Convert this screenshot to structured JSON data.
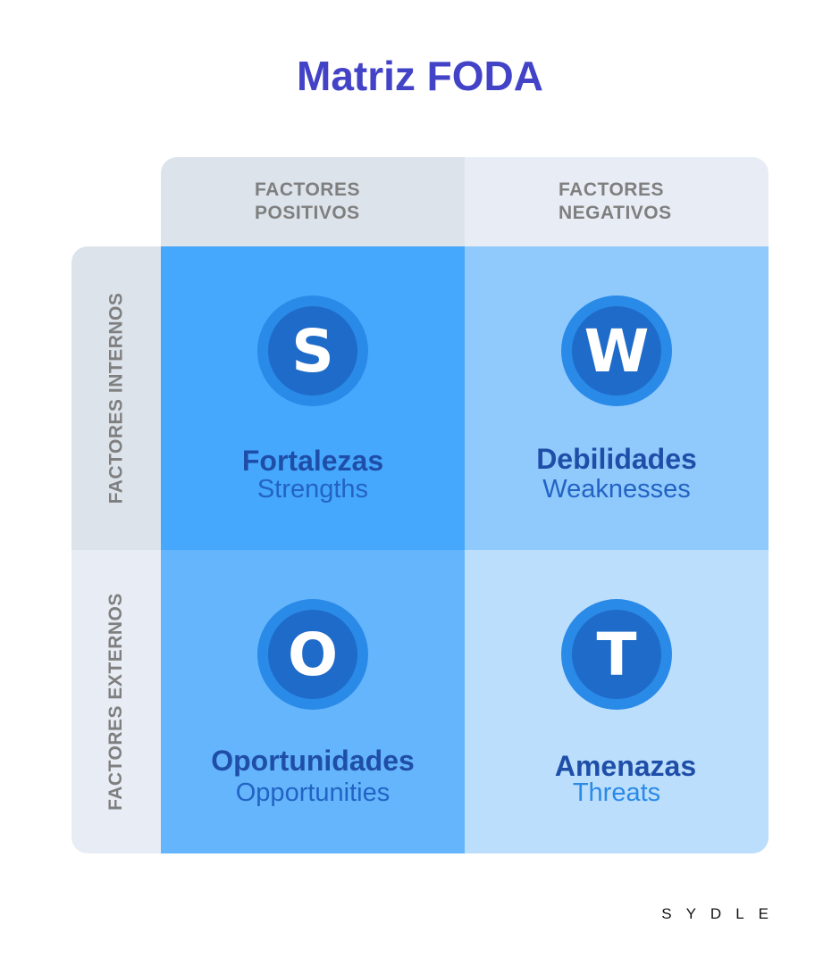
{
  "title": "Matriz FODA",
  "columns": [
    "FACTORES POSITIVOS",
    "FACTORES NEGATIVOS"
  ],
  "rows": [
    "FACTORES INTERNOS",
    "FACTORES EXTERNOS"
  ],
  "quadrants": [
    {
      "letter": "S",
      "title": "Fortalezas",
      "subtitle": "Strengths",
      "color": "#45a8fd"
    },
    {
      "letter": "W",
      "title": "Debilidades",
      "subtitle": "Weaknesses",
      "color": "#90c9fb"
    },
    {
      "letter": "O",
      "title": "Oportunidades",
      "subtitle": "Opportunities",
      "color": "#64b5fb"
    },
    {
      "letter": "T",
      "title": "Amenazas",
      "subtitle": "Threats",
      "color": "#bbdefc"
    }
  ],
  "logo": "SYDLE"
}
